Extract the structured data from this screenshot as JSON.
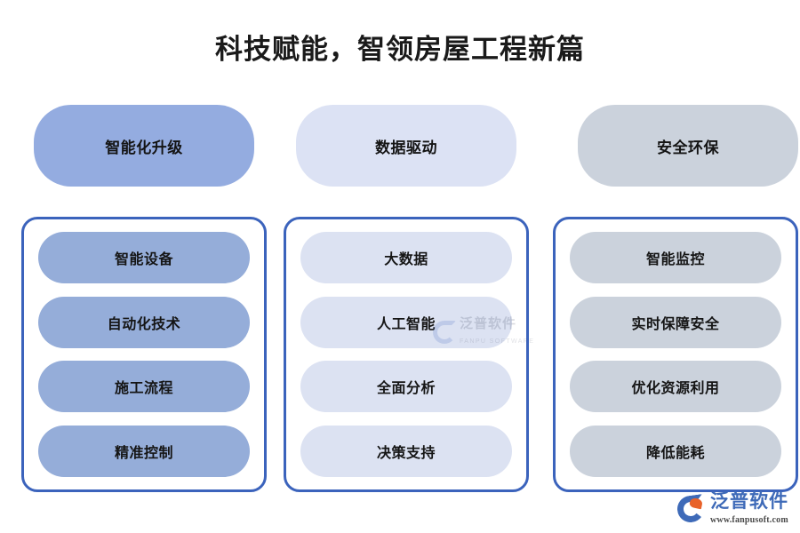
{
  "title": "科技赋能，智领房屋工程新篇",
  "colors": {
    "container_border": "#3B63BC",
    "title_text": "#1a1a1a",
    "logo_blue": "#3E6AB8",
    "logo_orange": "#E8622A",
    "background": "#ffffff"
  },
  "columns": [
    {
      "header": "智能化升级",
      "header_color": "#94ACE0",
      "pill_color": "#95ADD9",
      "items": [
        {
          "label": "智能设备"
        },
        {
          "label": "自动化技术"
        },
        {
          "label": "施工流程"
        },
        {
          "label": "精准控制"
        }
      ]
    },
    {
      "header": "数据驱动",
      "header_color": "#DCE2F4",
      "pill_color": "#DCE2F2",
      "items": [
        {
          "label": "大数据"
        },
        {
          "label": "人工智能"
        },
        {
          "label": "全面分析"
        },
        {
          "label": "决策支持"
        }
      ]
    },
    {
      "header": "安全环保",
      "header_color": "#CBD2DC",
      "pill_color": "#CBD2DC",
      "items": [
        {
          "label": "智能监控"
        },
        {
          "label": "实时保障安全"
        },
        {
          "label": "优化资源利用"
        },
        {
          "label": "降低能耗"
        }
      ]
    }
  ],
  "watermark": {
    "cn": "泛普软件",
    "en": "FANPU SOFTWARE"
  },
  "logo": {
    "cn": "泛普软件",
    "url": "www.fanpusoft.com"
  }
}
